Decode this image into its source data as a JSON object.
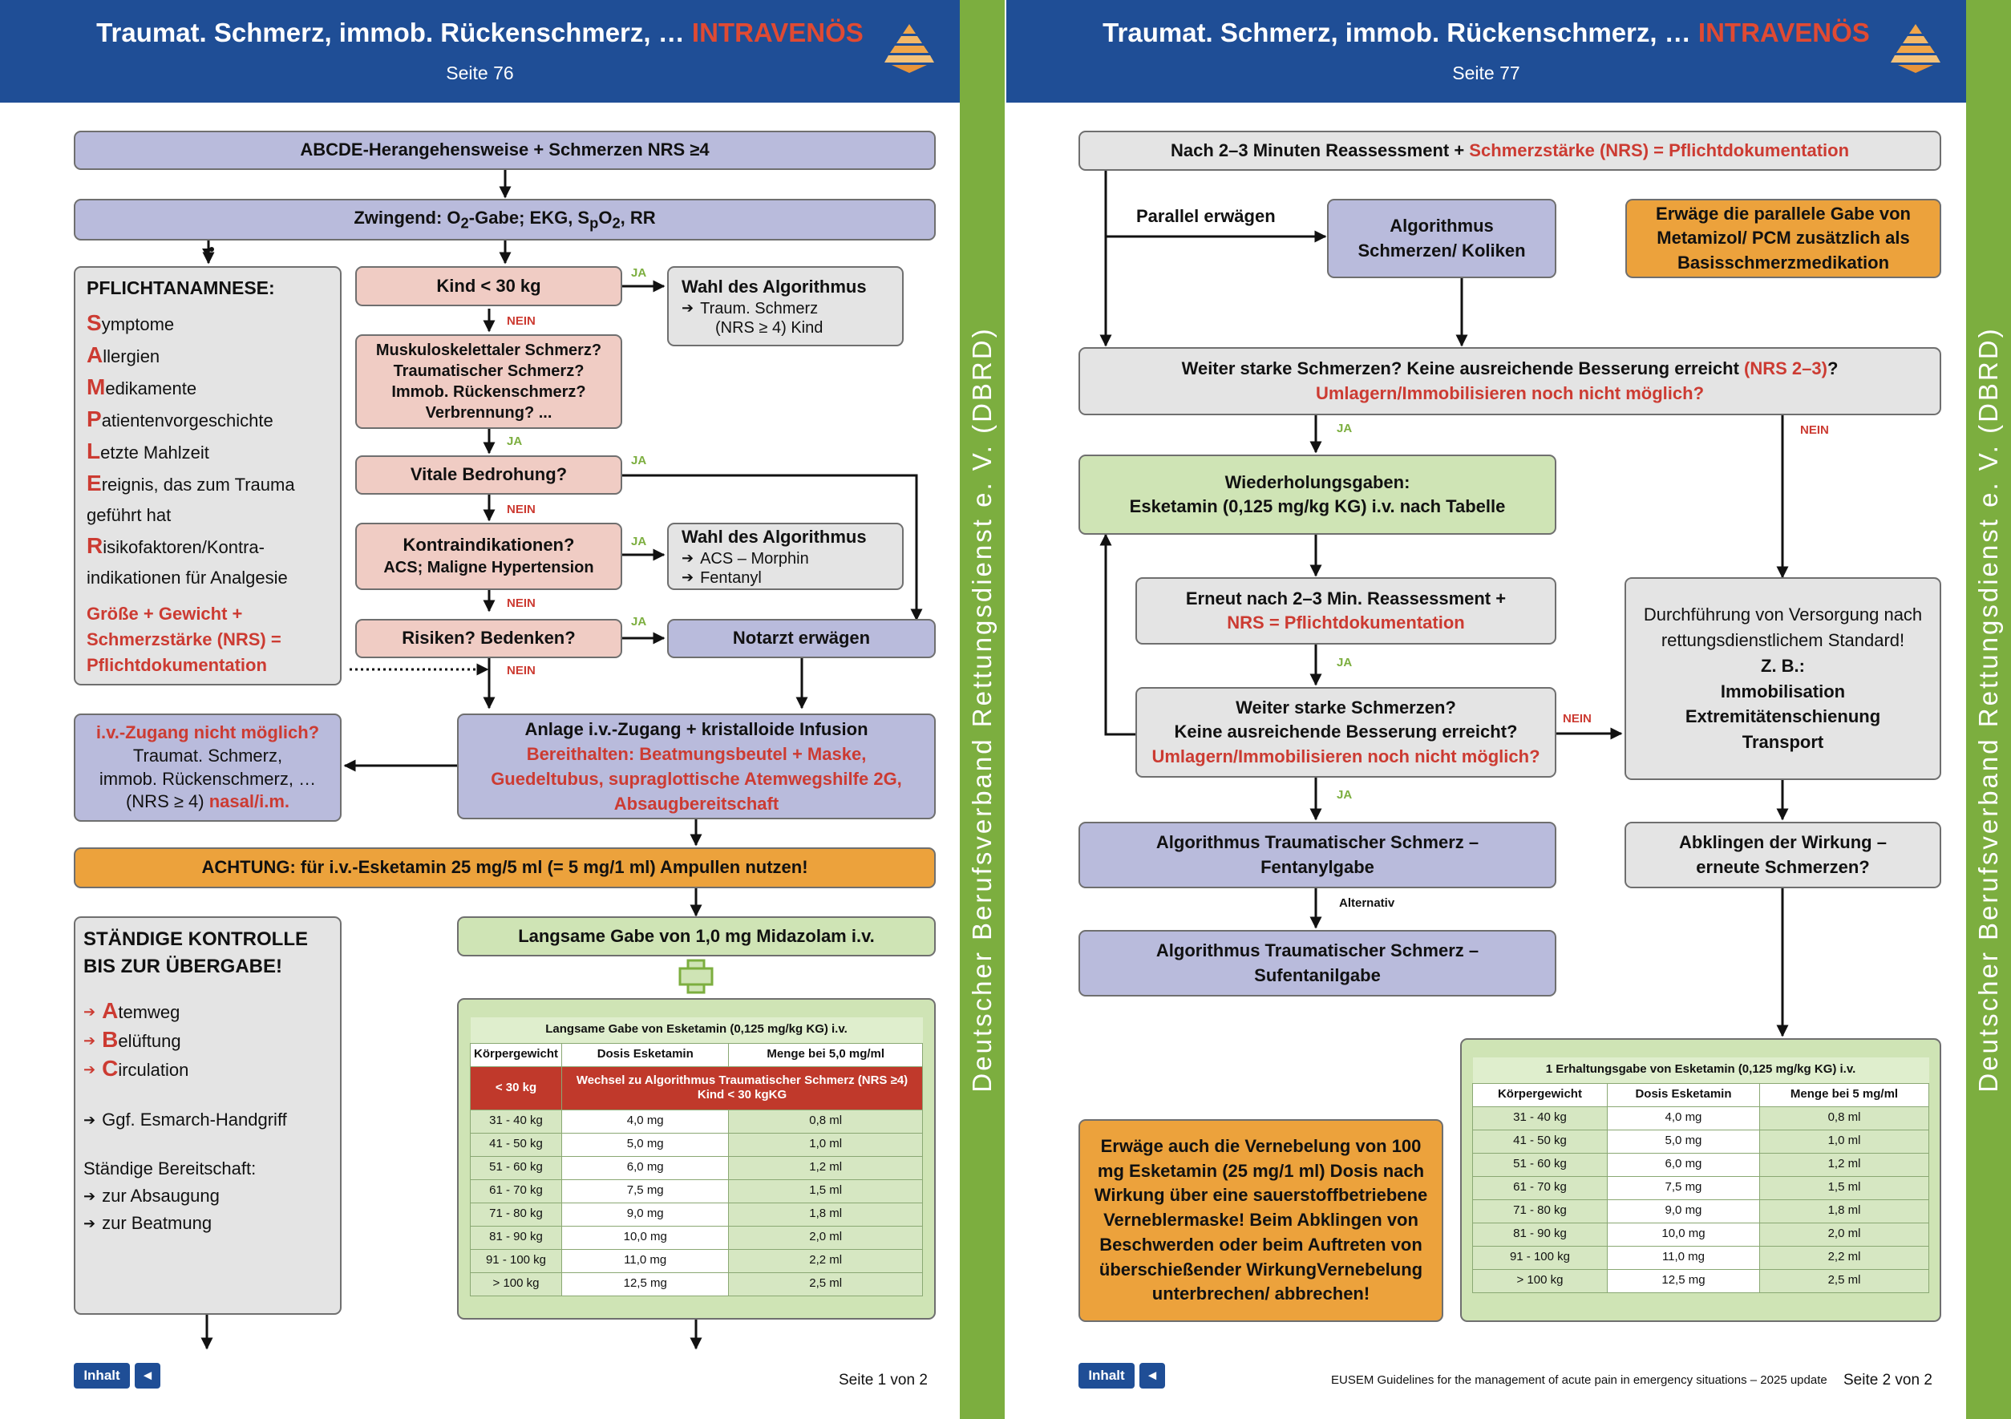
{
  "page1": {
    "title": "Traumat. Schmerz, immob. Rückenschmerz, …",
    "title_red": "INTRAVENÖS",
    "subtitle": "Seite 76",
    "abcde": "ABCDE-Herangehensweise + Schmerzen NRS ≥4",
    "zwingend_a": "Zwingend: O",
    "zwingend_b": "-Gabe; EKG, S",
    "zwingend_c": "O",
    "zwingend_d": ", RR",
    "sub_2": "2",
    "sub_p": "p",
    "pflicht_title": "PFLICHTANAMNESE:",
    "sample": [
      {
        "l": "S",
        "t": "ymptome"
      },
      {
        "l": "A",
        "t": "llergien"
      },
      {
        "l": "M",
        "t": "edikamente"
      },
      {
        "l": "P",
        "t": "atientenvorgeschichte"
      },
      {
        "l": "L",
        "t": "etzte Mahlzeit"
      },
      {
        "l": "E",
        "t": "reignis, das zum Trauma"
      },
      {
        "l": "",
        "t": "geführt hat"
      },
      {
        "l": "R",
        "t": "isikofaktoren/Kontra-"
      },
      {
        "l": "",
        "t": "indikationen für Analgesie"
      }
    ],
    "pflicht_doc": "Größe + Gewicht + Schmerzstärke (NRS) = Pflichtdokumentation",
    "kind": "Kind < 30 kg",
    "algo_title": "Wahl des Algorithmus",
    "algo_kind_1": "Traum. Schmerz",
    "algo_kind_2": "(NRS ≥ 4) Kind",
    "muskulo": [
      "Muskuloskelettaler Schmerz?",
      "Traumatischer Schmerz?",
      "Immob. Rückenschmerz?",
      "Verbrennung? ..."
    ],
    "vitale": "Vitale Bedrohung?",
    "kontra_1": "Kontraindikationen?",
    "kontra_2": "ACS; Maligne Hypertension",
    "algo2_title": "Wahl des Algorithmus",
    "algo2_1": "ACS – Morphin",
    "algo2_2": "Fentanyl",
    "risiken": "Risiken? Bedenken?",
    "notarzt": "Notarzt erwägen",
    "ja": "JA",
    "nein": "NEIN",
    "ivnot_red": "i.v.-Zugang nicht möglich?",
    "ivnot_1": "Traumat. Schmerz,",
    "ivnot_2": "immob. Rückenschmerz, …",
    "ivnot_3": "(NRS ≥ 4)",
    "ivnot_red2": "nasal/i.m.",
    "anlage": "Anlage i.v.-Zugang + kristalloide Infusion",
    "bereit": "Bereithalten: Beatmungsbeutel + Maske, Guedeltubus, supraglottische Atemwegshilfe 2G, Absaugbereitschaft",
    "achtung": "ACHTUNG: für i.v.-Esketamin 25 mg/5 ml (= 5 mg/1 ml) Ampullen nutzen!",
    "staendig_1": "STÄNDIGE KONTROLLE",
    "staendig_2": "BIS ZUR ÜBERGABE!",
    "abc": [
      {
        "l": "A",
        "t": "temweg"
      },
      {
        "l": "B",
        "t": "elüftung"
      },
      {
        "l": "C",
        "t": "irculation"
      }
    ],
    "esmarch": "Ggf. Esmarch-Handgriff",
    "bereitschaft": "Ständige Bereitschaft:",
    "absaugung": "zur Absaugung",
    "beatmung": "zur Beatmung",
    "midazolam": "Langsame Gabe von 1,0 mg Midazolam i.v.",
    "table": {
      "caption": "Langsame Gabe von Esketamin (0,125 mg/kg KG) i.v.",
      "headers": [
        "Körpergewicht",
        "Dosis Esketamin",
        "Menge bei 5,0 mg/ml"
      ],
      "warn_left": "< 30 kg",
      "warn_text": "Wechsel zu Algorithmus Traumatischer Schmerz (NRS ≥4) Kind < 30 kgKG",
      "rows": [
        [
          "31 - 40 kg",
          "4,0 mg",
          "0,8 ml"
        ],
        [
          "41 - 50 kg",
          "5,0 mg",
          "1,0 ml"
        ],
        [
          "51 - 60 kg",
          "6,0 mg",
          "1,2 ml"
        ],
        [
          "61 - 70 kg",
          "7,5 mg",
          "1,5 ml"
        ],
        [
          "71 - 80 kg",
          "9,0 mg",
          "1,8 ml"
        ],
        [
          "81 - 90 kg",
          "10,0 mg",
          "2,0 ml"
        ],
        [
          "91 - 100 kg",
          "11,0 mg",
          "2,2 ml"
        ],
        [
          "> 100 kg",
          "12,5 mg",
          "2,5 ml"
        ]
      ]
    },
    "inhalt": "Inhalt",
    "back": "◄",
    "footer_page": "Seite 1 von 2",
    "side_text": "Deutscher Berufsverband Rettungsdienst e. V. (DBRD)"
  },
  "page2": {
    "title": "Traumat. Schmerz, immob. Rückenschmerz, …",
    "title_red": "INTRAVENÖS",
    "subtitle": "Seite 77",
    "reassess_a": "Nach 2–3 Minuten Reassessment + ",
    "reassess_b": "Schmerzstärke (NRS) = Pflichtdokumentation",
    "parallel": "Parallel erwägen",
    "algo_koliken": [
      "Algorithmus",
      "Schmerzen/ Koliken"
    ],
    "metamizol": "Erwäge die parallele Gabe von Metamizol/ PCM zusätzlich als Basisschmerzmedikation",
    "weiter_a": "Weiter starke Schmerzen? Keine ausreichende Besserung erreicht ",
    "weiter_b": "(NRS 2–3)",
    "weiter_c": "?",
    "weiter_red": "Umlagern/Immobilisieren noch nicht möglich?",
    "ja": "JA",
    "nein": "NEIN",
    "alternativ": "Alternativ",
    "wiederholung_1": "Wiederholungsgaben:",
    "wiederholung_2": "Esketamin (0,125 mg/kg KG) i.v. nach Tabelle",
    "erneut_1": "Erneut nach 2–3 Min. Reassessment +",
    "erneut_red": "NRS = Pflichtdokumentation",
    "weiter2_1": "Weiter starke Schmerzen?",
    "weiter2_2": "Keine ausreichende Besserung erreicht?",
    "weiter2_red": "Umlagern/Immobilisieren noch nicht möglich?",
    "durchf_1": "Durchführung von Versorgung nach",
    "durchf_2": "rettungsdienstlichem Standard!",
    "durchf_b": [
      "Z. B.:",
      "Immobilisation",
      "Extremitätenschienung",
      "Transport"
    ],
    "fentanyl": [
      "Algorithmus Traumatischer Schmerz –",
      "Fentanylgabe"
    ],
    "sufentanil": [
      "Algorithmus Traumatischer Schmerz –",
      "Sufentanilgabe"
    ],
    "abklingen": [
      "Abklingen der Wirkung –",
      "erneute Schmerzen?"
    ],
    "vernebelung": "Erwäge auch die Vernebelung von 100 mg Esketamin (25 mg/1 ml) Dosis nach Wirkung über eine sauerstoffbetriebene Verneblermaske! Beim Abklingen von Beschwerden oder beim Auftreten von überschießender WirkungVernebelung unterbrechen/ abbrechen!",
    "table": {
      "caption": "1 Erhaltungsgabe von Esketamin (0,125 mg/kg KG) i.v.",
      "headers": [
        "Körpergewicht",
        "Dosis Esketamin",
        "Menge bei 5 mg/ml"
      ],
      "rows": [
        [
          "31 - 40 kg",
          "4,0 mg",
          "0,8 ml"
        ],
        [
          "41 - 50 kg",
          "5,0 mg",
          "1,0 ml"
        ],
        [
          "51 - 60 kg",
          "6,0 mg",
          "1,2 ml"
        ],
        [
          "61 - 70 kg",
          "7,5 mg",
          "1,5 ml"
        ],
        [
          "71 - 80 kg",
          "9,0 mg",
          "1,8 ml"
        ],
        [
          "81 - 90 kg",
          "10,0 mg",
          "2,0 ml"
        ],
        [
          "91 - 100 kg",
          "11,0 mg",
          "2,2 ml"
        ],
        [
          "> 100 kg",
          "12,5 mg",
          "2,5 ml"
        ]
      ]
    },
    "inhalt": "Inhalt",
    "back": "◄",
    "eusem": "EUSEM Guidelines for the management of acute pain in emergency situations – 2025 update",
    "footer_page": "Seite 2 von 2",
    "side_text": "Deutscher Berufsverband Rettungsdienst e. V. (DBRD)"
  }
}
